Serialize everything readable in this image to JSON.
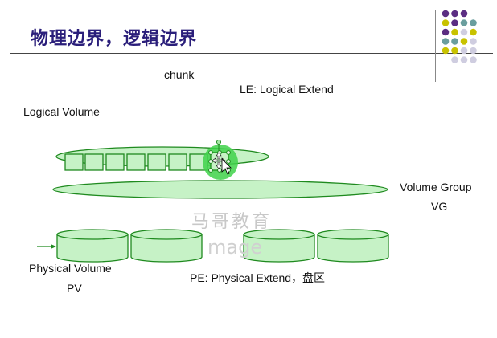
{
  "slide": {
    "title": "物理边界，逻辑边界",
    "labels": {
      "chunk": "chunk",
      "le": "LE: Logical Extend",
      "logical_volume": "Logical Volume",
      "volume_group": "Volume Group",
      "vg": "VG",
      "physical_volume": "Physical Volume",
      "pv": "PV",
      "pe": "PE: Physical Extend，盘区"
    },
    "watermark": {
      "line1": "马哥教育",
      "line2": "mage"
    }
  },
  "colors": {
    "title": "#2a1e7a",
    "green_fill": "#c6f2c6",
    "green_stroke": "#1f8a1f",
    "selection_glow": "#3fd24a",
    "dot_purple": "#5b2d82",
    "dot_teal": "#6a9e9e",
    "dot_olive": "#c8c200",
    "dot_lavender": "#cfcde0"
  },
  "decor": {
    "dot_grid": [
      [
        "purple",
        "purple",
        "purple",
        "none"
      ],
      [
        "olive",
        "purple",
        "teal",
        "teal"
      ],
      [
        "purple",
        "olive",
        "lavender",
        "olive"
      ],
      [
        "teal",
        "teal",
        "olive",
        "lavender"
      ],
      [
        "olive",
        "olive",
        "lavender",
        "lavender"
      ],
      [
        "none",
        "lavender",
        "lavender",
        "lavender"
      ]
    ]
  }
}
